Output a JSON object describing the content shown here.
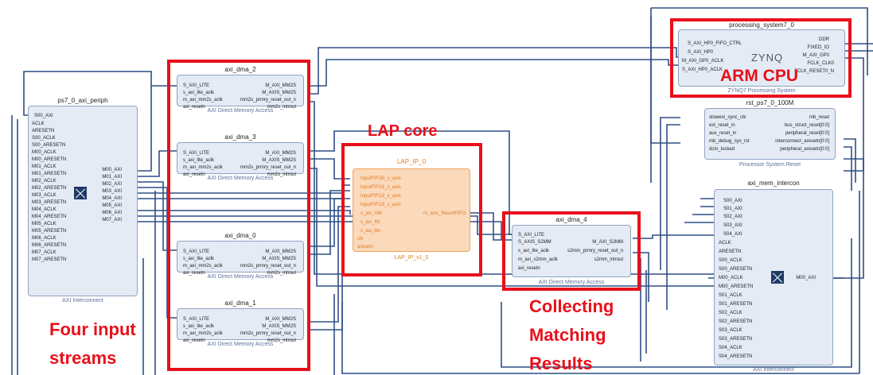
{
  "annotations": {
    "arm_cpu": "ARM CPU",
    "lap_core": "LAP core",
    "four_input_line1": "Four input",
    "four_input_line2": "streams",
    "collect_line1": "Collecting",
    "collect_line2": "Matching",
    "collect_line3": "Results"
  },
  "blocks": {
    "axi_periph": {
      "name": "ps7_0_axi_periph",
      "subtitle": "AXI Interconnect",
      "left_ports": [
        "S00_AXI",
        "ACLK",
        "ARESETN",
        "S00_ACLK",
        "S00_ARESETN",
        "M00_ACLK",
        "M00_ARESETN",
        "M01_ACLK",
        "M01_ARESETN",
        "M02_ACLK",
        "M02_ARESETN",
        "M03_ACLK",
        "M03_ARESETN",
        "M04_ACLK",
        "M04_ARESETN",
        "M05_ACLK",
        "M05_ARESETN",
        "M06_ACLK",
        "M06_ARESETN",
        "M07_ACLK",
        "M07_ARESETN"
      ],
      "right_ports": [
        "M00_AXI",
        "M01_AXI",
        "M02_AXI",
        "M03_AXI",
        "M04_AXI",
        "M05_AXI",
        "M06_AXI",
        "M07_AXI"
      ]
    },
    "dma2": {
      "name": "axi_dma_2",
      "subtitle": "AXI Direct Memory Access",
      "left_ports": [
        "S_AXI_LITE",
        "s_axi_lite_aclk",
        "m_axi_mm2s_aclk",
        "axi_resetn"
      ],
      "right_ports": [
        "M_AXI_MM2S",
        "M_AXIS_MM2S",
        "mm2s_prmry_reset_out_n",
        "mm2s_introut"
      ]
    },
    "dma3": {
      "name": "axi_dma_3",
      "subtitle": "AXI Direct Memory Access",
      "left_ports": [
        "S_AXI_LITE",
        "s_axi_lite_aclk",
        "m_axi_mm2s_aclk",
        "axi_resetn"
      ],
      "right_ports": [
        "M_AXI_MM2S",
        "M_AXIS_MM2S",
        "mm2s_prmry_reset_out_n",
        "mm2s_introut"
      ]
    },
    "dma0": {
      "name": "axi_dma_0",
      "subtitle": "AXI Direct Memory Access",
      "left_ports": [
        "S_AXI_LITE",
        "s_axi_lite_aclk",
        "m_axi_mm2s_aclk",
        "axi_resetn"
      ],
      "right_ports": [
        "M_AXI_MM2S",
        "M_AXIS_MM2S",
        "mm2s_prmry_reset_out_n",
        "mm2s_introut"
      ]
    },
    "dma1": {
      "name": "axi_dma_1",
      "subtitle": "AXI Direct Memory Access",
      "left_ports": [
        "S_AXI_LITE",
        "s_axi_lite_aclk",
        "m_axi_mm2s_aclk",
        "axi_resetn"
      ],
      "right_ports": [
        "M_AXI_MM2S",
        "M_AXIS_MM2S",
        "mm2s_prmry_reset_out_n",
        "mm2s_introut"
      ]
    },
    "lap": {
      "name": "LAP_IP_0",
      "subtitle": "LAP_IP_v1_0",
      "left_ports": [
        "InputFIFO0_s_axis",
        "InputFIFO1_s_axis",
        "InputFIFO2_s_axis",
        "InputFIFO3_s_axis",
        "s_axi_AM",
        "s_axi_IM",
        "s_axi_lite",
        "clk",
        "aresetn"
      ],
      "right_ports": [
        "m_axis_ResultFIFO"
      ]
    },
    "dma4": {
      "name": "axi_dma_4",
      "subtitle": "AXI Direct Memory Access",
      "left_ports": [
        "S_AXI_LITE",
        "S_AXIS_S2MM",
        "s_axi_lite_aclk",
        "m_axi_s2mm_aclk",
        "axi_resetn"
      ],
      "right_ports": [
        "M_AXI_S2MM",
        "s2mm_prmry_reset_out_n",
        "s2mm_introut"
      ]
    },
    "ps7": {
      "name": "processing_system7_0",
      "subtitle": "ZYNQ7 Processing System",
      "logo": "ZYNQ",
      "left_ports": [
        "S_AXI_HP0_FIFO_CTRL",
        "S_AXI_HP0",
        "M_AXI_GP0_ACLK",
        "S_AXI_HP0_ACLK"
      ],
      "right_ports": [
        "DDR",
        "FIXED_IO",
        "M_AXI_GP0",
        "FCLK_CLK0",
        "FCLK_RESET0_N"
      ]
    },
    "rst": {
      "name": "rst_ps7_0_100M",
      "subtitle": "Processor System Reset",
      "left_ports": [
        "slowest_sync_clk",
        "ext_reset_in",
        "aux_reset_in",
        "mb_debug_sys_rst",
        "dcm_locked"
      ],
      "right_ports": [
        "mb_reset",
        "bus_struct_reset[0:0]",
        "peripheral_reset[0:0]",
        "interconnect_aresetn[0:0]",
        "peripheral_aresetn[0:0]"
      ]
    },
    "mem": {
      "name": "axi_mem_intercon",
      "subtitle": "AXI Interconnect",
      "left_ports": [
        "S00_AXI",
        "S01_AXI",
        "S02_AXI",
        "S03_AXI",
        "S04_AXI",
        "ACLK",
        "ARESETN",
        "S00_ACLK",
        "S00_ARESETN",
        "M00_ACLK",
        "M00_ARESETN",
        "S01_ACLK",
        "S01_ARESETN",
        "S02_ACLK",
        "S02_ARESETN",
        "S03_ACLK",
        "S03_ARESETN",
        "S04_ACLK",
        "S04_ARESETN"
      ],
      "right_ports": [
        "M00_AXI"
      ]
    }
  },
  "colors": {
    "wire": "#2f4f85",
    "block_fill": "#e4ebf5",
    "lap_fill": "#fbd9bb",
    "highlight": "#e8101a"
  }
}
